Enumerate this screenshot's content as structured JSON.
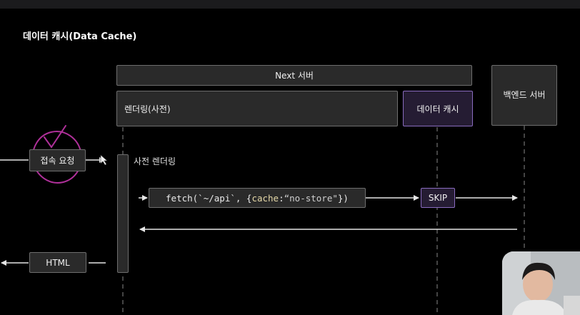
{
  "title": "데이터 캐시(Data Cache)",
  "boxes": {
    "next_server": "Next 서버",
    "rendering": "렌더링(사전)",
    "data_cache": "데이터 캐시",
    "backend": "백엔드 서버",
    "connect_request": "접속 요청",
    "html": "HTML",
    "skip": "SKIP"
  },
  "labels": {
    "prerender": "사전 렌더링"
  },
  "code": {
    "prefix": "fetch(`~/api`, {",
    "key": "cache",
    "middle": ": ",
    "value": "“no-store\"",
    "suffix": "})"
  },
  "colors": {
    "background": "#000000",
    "box_fill": "#2a2a2a",
    "box_border": "#6e6e6e",
    "accent_purple": "#8a6cc0",
    "annotation": "#b0309a"
  }
}
